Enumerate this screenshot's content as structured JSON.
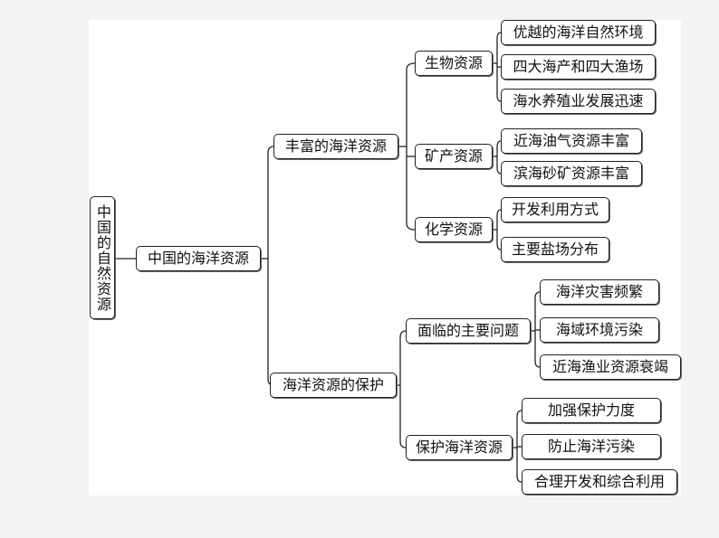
{
  "root": {
    "label": "中国的自然资源"
  },
  "level1": {
    "label": "中国的海洋资源"
  },
  "branches": [
    {
      "label": "丰富的海洋资源",
      "groups": [
        {
          "label": "生物资源",
          "items": [
            "优越的海洋自然环境",
            "四大海产和四大渔场",
            "海水养殖业发展迅速"
          ]
        },
        {
          "label": "矿产资源",
          "items": [
            "近海油气资源丰富",
            "滨海砂矿资源丰富"
          ]
        },
        {
          "label": "化学资源",
          "items": [
            "开发利用方式",
            "主要盐场分布"
          ]
        }
      ]
    },
    {
      "label": "海洋资源的保护",
      "groups": [
        {
          "label": "面临的主要问题",
          "items": [
            "海洋灾害频繁",
            "海域环境污染",
            "近海渔业资源衰竭"
          ]
        },
        {
          "label": "保护海洋资源",
          "items": [
            "加强保护力度",
            "防止海洋污染",
            "合理开发和综合利用"
          ]
        }
      ]
    }
  ]
}
